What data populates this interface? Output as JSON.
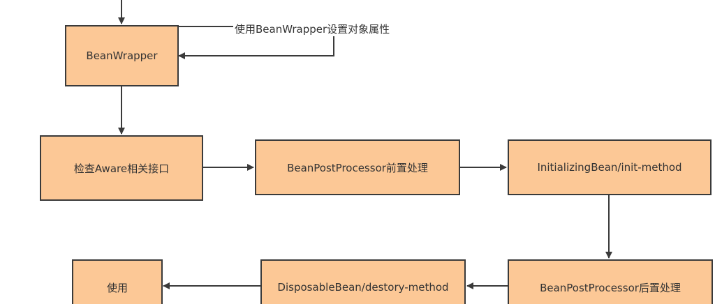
{
  "diagram": {
    "edge_label": "使用BeanWrapper设置对象属性",
    "nodes": {
      "bean_wrapper": "BeanWrapper",
      "check_aware": "检查Aware相关接口",
      "bpp_before": "BeanPostProcessor前置处理",
      "initializing_bean": "InitializingBean/init-method",
      "bpp_after": "BeanPostProcessor后置处理",
      "disposable_bean": "DisposableBean/destory-method",
      "use": "使用"
    }
  }
}
